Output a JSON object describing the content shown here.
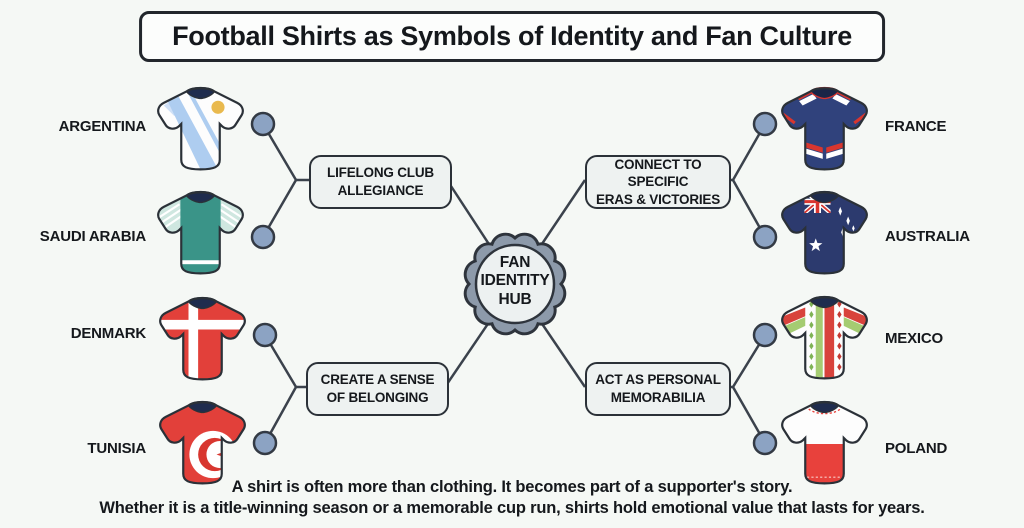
{
  "title": "Football Shirts as Symbols of Identity and Fan Culture",
  "hub": {
    "label": "FAN\nIDENTITY\nHUB"
  },
  "branches": {
    "top_left": {
      "label": "LIFELONG CLUB\nALLEGIANCE"
    },
    "top_right": {
      "label": "CONNECT TO SPECIFIC\nERAS & VICTORIES"
    },
    "bottom_left": {
      "label": "CREATE A SENSE\nOF BELONGING"
    },
    "bottom_right": {
      "label": "ACT AS PERSONAL\nMEMORABILIA"
    }
  },
  "shirts": {
    "argentina": {
      "label": "ARGENTINA"
    },
    "saudi_arabia": {
      "label": "SAUDI ARABIA"
    },
    "denmark": {
      "label": "DENMARK"
    },
    "tunisia": {
      "label": "TUNISIA"
    },
    "france": {
      "label": "FRANCE"
    },
    "australia": {
      "label": "AUSTRALIA"
    },
    "mexico": {
      "label": "MEXICO"
    },
    "poland": {
      "label": "POLAND"
    }
  },
  "footer": {
    "line1": "A shirt is often more than clothing. It becomes part of a supporter's story.",
    "line2": "Whether it is a title-winning season or a memorable cup run, shirts hold emotional value that lasts for years."
  },
  "colors": {
    "bg": "#f5f8f5",
    "line": "#3b424c",
    "box-bg": "#eef2f1",
    "box-border": "#2b3138",
    "dot": "#8ca3c3",
    "hub-ring": "#8d9aaa",
    "hub-inner": "#edf1f1",
    "text": "#15181c"
  }
}
